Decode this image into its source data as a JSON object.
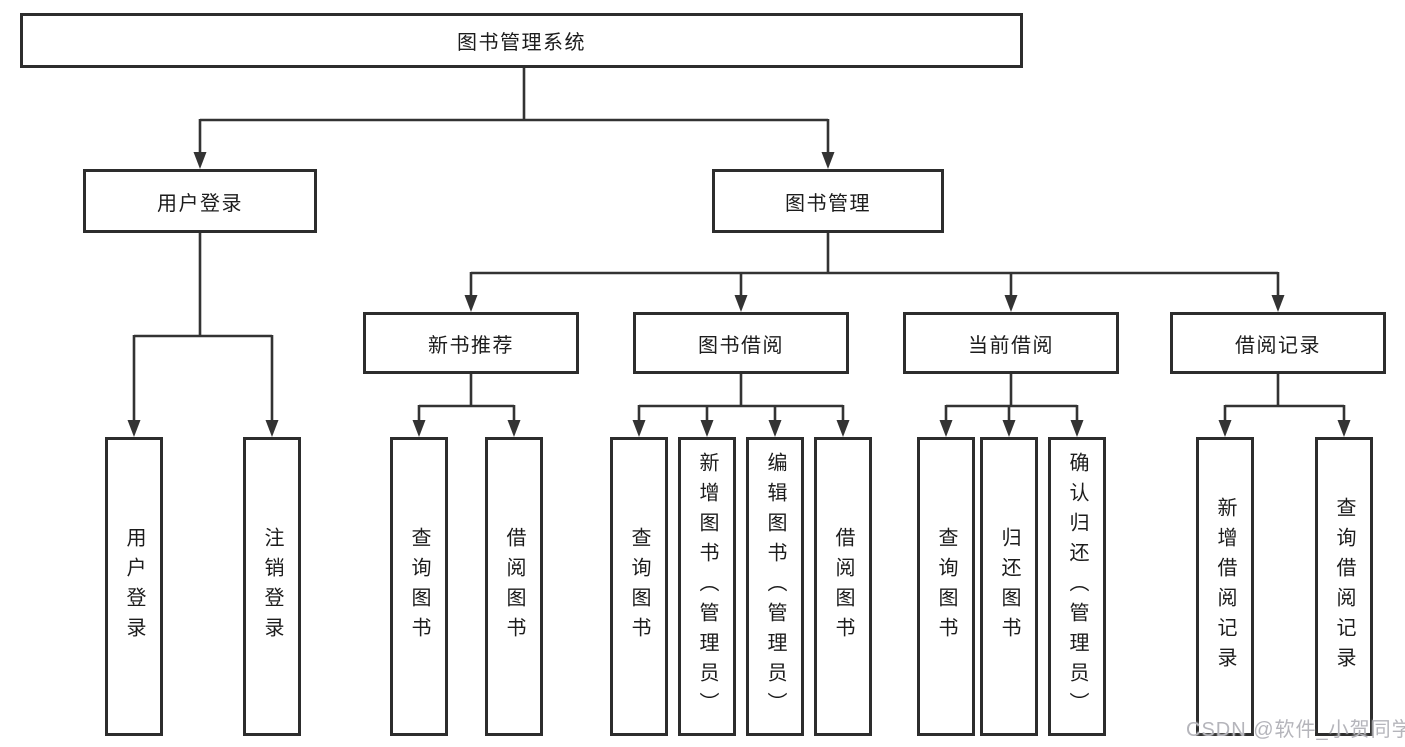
{
  "colors": {
    "line": "#333333",
    "box_border": "#2d2d2d",
    "box_fill": "#ffffff",
    "text": "#1c1c1c",
    "watermark": "#b5b5bb"
  },
  "tree": {
    "label": "图书管理系统",
    "children": [
      {
        "label": "用户登录",
        "children": [
          {
            "label": "用户登录"
          },
          {
            "label": "注销登录"
          }
        ]
      },
      {
        "label": "图书管理",
        "children": [
          {
            "label": "新书推荐",
            "children": [
              {
                "label": "查询图书"
              },
              {
                "label": "借阅图书"
              }
            ]
          },
          {
            "label": "图书借阅",
            "children": [
              {
                "label": "查询图书"
              },
              {
                "label": "新增图书（管理员）"
              },
              {
                "label": "编辑图书（管理员）"
              },
              {
                "label": "借阅图书"
              }
            ]
          },
          {
            "label": "当前借阅",
            "children": [
              {
                "label": "查询图书"
              },
              {
                "label": "归还图书"
              },
              {
                "label": "确认归还（管理员）"
              }
            ]
          },
          {
            "label": "借阅记录",
            "children": [
              {
                "label": "新增借阅记录"
              },
              {
                "label": "查询借阅记录"
              }
            ]
          }
        ]
      }
    ]
  },
  "watermark": {
    "text": "CSDN @软件_小贺同学"
  }
}
